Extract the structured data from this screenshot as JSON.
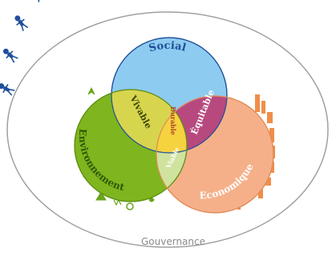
{
  "labels": {
    "social": "Social",
    "environnement": "Environnement",
    "economique": "Economique",
    "vivable": "Vivable",
    "equitable": "Équitable",
    "viable": "Viable",
    "durable": "Durable",
    "gouvernance": "Gouvernance"
  },
  "colors": {
    "social": "#8ecbf0",
    "environnement": "#7fb51e",
    "economique": "#f5b089",
    "vivable": "#d7d54e",
    "equitable": "#b7497e",
    "viable": "#cfe39f",
    "durable": "#f5d33f",
    "ellipse_stroke": "#a0a0a0"
  },
  "decorations": {
    "social": "people-silhouettes",
    "environnement": "nature-silhouettes",
    "economique": "city-silhouettes"
  }
}
